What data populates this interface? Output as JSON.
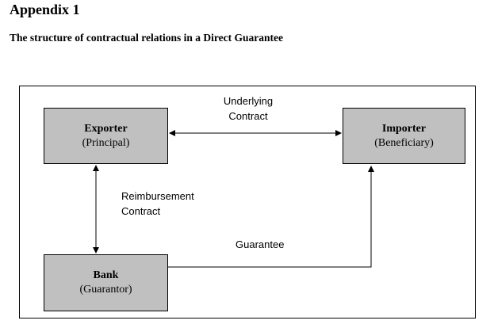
{
  "heading": {
    "appendix": "Appendix 1",
    "caption": "The structure of contractual relations in a Direct Guarantee"
  },
  "parties": {
    "exporter": {
      "name": "Exporter",
      "role": "(Principal)"
    },
    "importer": {
      "name": "Importer",
      "role": "(Beneficiary)"
    },
    "bank": {
      "name": "Bank",
      "role": "(Guarantor)"
    }
  },
  "relations": {
    "underlying": {
      "line1": "Underlying",
      "line2": "Contract"
    },
    "reimbursement": {
      "line1": "Reimbursement",
      "line2": "Contract"
    },
    "guarantee": {
      "label": "Guarantee"
    }
  }
}
